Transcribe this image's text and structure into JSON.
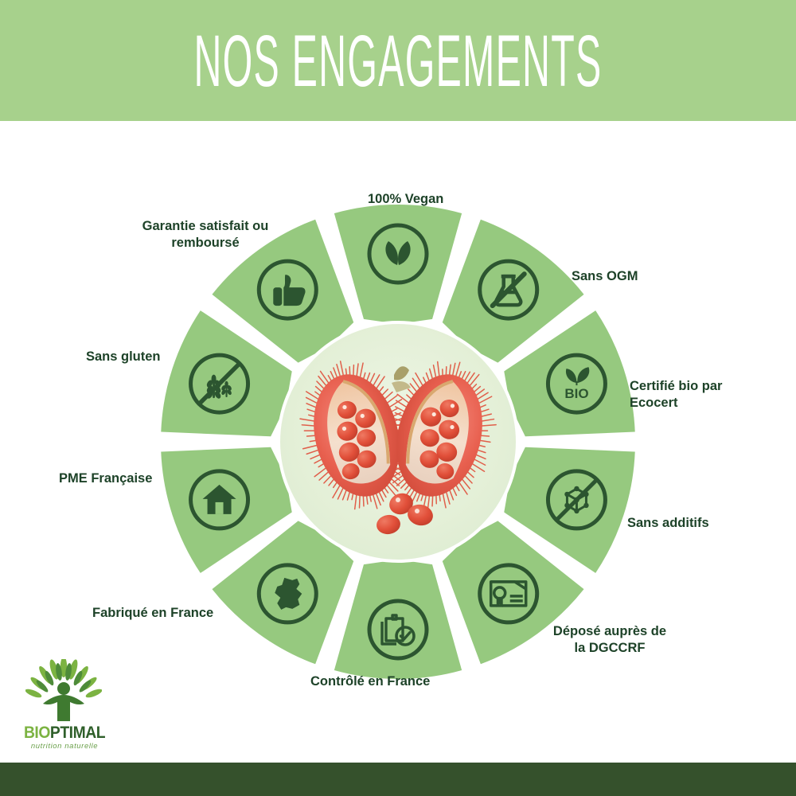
{
  "header": {
    "title": "NOS ENGAGEMENTS",
    "band_color": "#a7d18c",
    "title_color": "#ffffff"
  },
  "footer": {
    "band_color": "#35512c"
  },
  "theme": {
    "segment_green": "#96c97f",
    "icon_dark_green": "#2c5530",
    "label_text_green": "#1d4228",
    "center_bg": "#e5f0da",
    "page_bg": "#ffffff"
  },
  "center": {
    "image_alt": "annatto-fruit-pod-open-with-red-seeds",
    "description": "Rocou / urucum fruit pod split open showing red seeds"
  },
  "wheel": {
    "segment_count": 10,
    "segments": [
      {
        "index": 0,
        "label": "100% Vegan",
        "icon": "leaves-icon",
        "angle_deg": -90
      },
      {
        "index": 1,
        "label": "Sans OGM",
        "icon": "no-flask-icon",
        "angle_deg": -54
      },
      {
        "index": 2,
        "label": "Certifié bio par\nEcocert",
        "icon": "bio-leaf-icon",
        "angle_deg": -18
      },
      {
        "index": 3,
        "label": "Sans additifs",
        "icon": "no-molecule-icon",
        "angle_deg": 18
      },
      {
        "index": 4,
        "label": "Déposé auprès de\nla DGCCRF",
        "icon": "certificate-icon",
        "angle_deg": 54
      },
      {
        "index": 5,
        "label": "Contrôlé en France",
        "icon": "clipboard-check-icon",
        "angle_deg": 90
      },
      {
        "index": 6,
        "label": "Fabriqué en France",
        "icon": "france-map-icon",
        "angle_deg": 126
      },
      {
        "index": 7,
        "label": "PME Française",
        "icon": "house-icon",
        "angle_deg": 162
      },
      {
        "index": 8,
        "label": "Sans gluten",
        "icon": "no-wheat-icon",
        "angle_deg": 198
      },
      {
        "index": 9,
        "label": "Garantie satisfait ou\nremboursé",
        "icon": "thumbs-up-icon",
        "angle_deg": 234
      }
    ]
  },
  "logo": {
    "name_part1": "BIO",
    "name_part2": "PTIMAL",
    "tagline": "nutrition naturelle",
    "mark": "tree-person-icon",
    "color_part1": "#7cb342",
    "color_part2": "#2f5f2a"
  }
}
